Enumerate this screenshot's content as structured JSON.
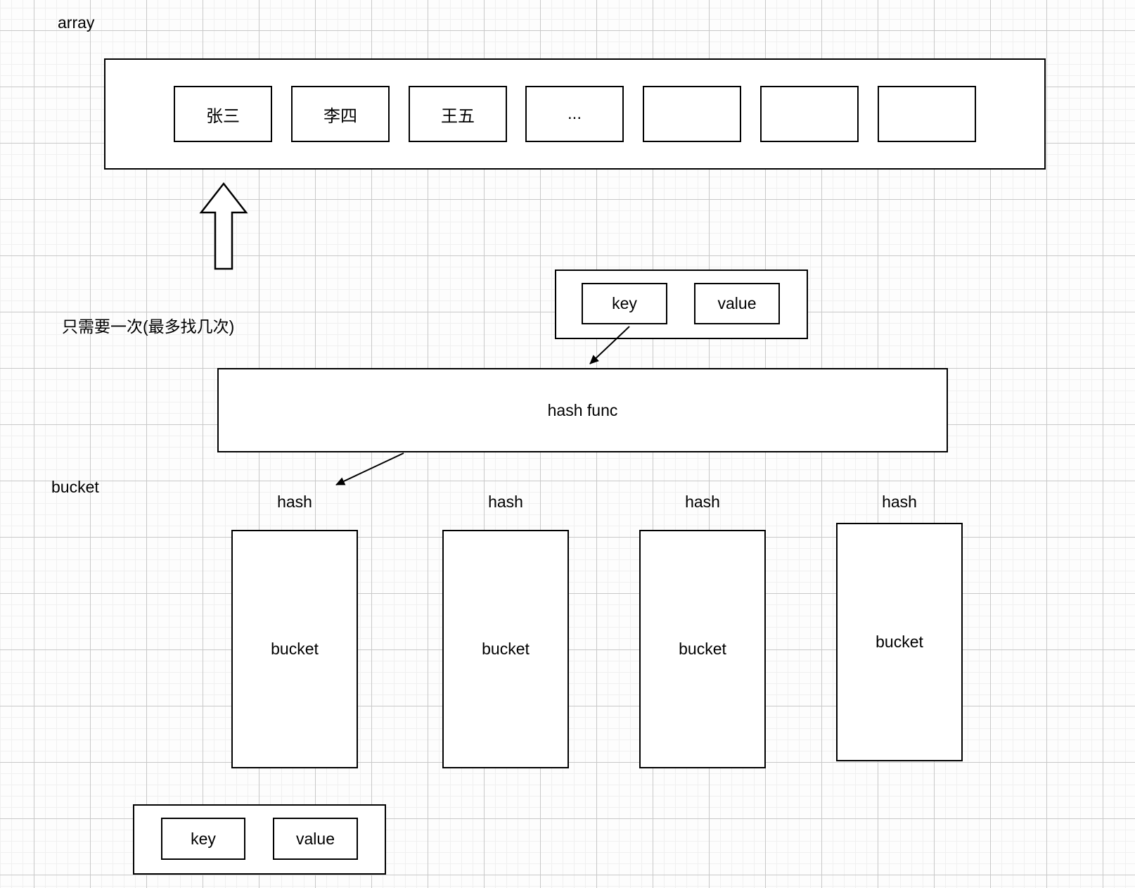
{
  "array_section": {
    "label": "array",
    "cells": [
      "张三",
      "李四",
      "王五",
      "...",
      "",
      "",
      ""
    ]
  },
  "note": "只需要一次(最多找几次)",
  "kv_top": {
    "key": "key",
    "value": "value"
  },
  "hash_func": "hash func",
  "bucket_section_label": "bucket",
  "buckets": [
    {
      "hash_label": "hash",
      "label": "bucket"
    },
    {
      "hash_label": "hash",
      "label": "bucket"
    },
    {
      "hash_label": "hash",
      "label": "bucket"
    },
    {
      "hash_label": "hash",
      "label": "bucket"
    }
  ],
  "kv_bottom": {
    "key": "key",
    "value": "value"
  },
  "colors": {
    "stroke": "#000000",
    "background": "#fdfdfd",
    "grid_minor": "#f0f0f0",
    "grid_major": "#c8c8c8"
  }
}
